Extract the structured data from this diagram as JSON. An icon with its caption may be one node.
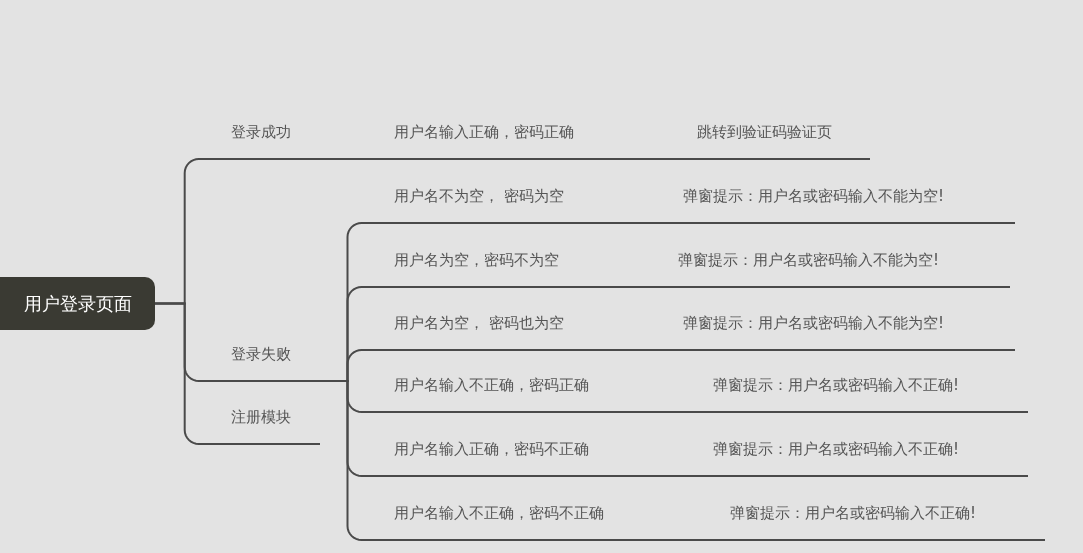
{
  "diagram": {
    "nodes": [
      {
        "text": [
          "用户登录页面"
        ]
      },
      {
        "text": [
          "登录成功"
        ]
      },
      {
        "text": [
          "用户名输入正确，密码正确"
        ]
      },
      {
        "text": [
          "跳转到验证码验证页"
        ]
      },
      {
        "text": [
          "登录失败"
        ]
      },
      {
        "text": [
          "用户名不为空， 密码为空"
        ]
      },
      {
        "text": [
          "弹窗提示：用户名或密码输入不能为空!"
        ]
      },
      {
        "text": [
          "用户名为空，密码不为空"
        ]
      },
      {
        "text": [
          "弹窗提示：用户名或密码输入不能为空!"
        ]
      },
      {
        "text": [
          "用户名为空， 密码也为空"
        ]
      },
      {
        "text": [
          "弹窗提示：用户名或密码输入不能为空!"
        ]
      },
      {
        "text": [
          "用户名输入不正确，密码正确"
        ]
      },
      {
        "text": [
          "弹窗提示：用户名或密码输入不正确!"
        ]
      },
      {
        "text": [
          "用户名输入正确，密码不正确"
        ]
      },
      {
        "text": [
          "弹窗提示：用户名或密码输入不正确!"
        ]
      },
      {
        "text": [
          "用户名输入不正确，密码不正确"
        ]
      },
      {
        "text": [
          "弹窗提示：用户名或密码输入不正确!"
        ]
      },
      {
        "text": [
          "注册模块"
        ]
      }
    ],
    "edges": [
      {
        "from": 0,
        "to": 1,
        "arrow": "none"
      },
      {
        "from": 0,
        "to": 4,
        "arrow": "none"
      },
      {
        "from": 0,
        "to": 17,
        "arrow": "none"
      },
      {
        "from": 1,
        "to": 2,
        "arrow": "none"
      },
      {
        "from": 2,
        "to": 3,
        "arrow": "none"
      },
      {
        "from": 4,
        "to": 5,
        "arrow": "none"
      },
      {
        "from": 4,
        "to": 7,
        "arrow": "none"
      },
      {
        "from": 4,
        "to": 9,
        "arrow": "none"
      },
      {
        "from": 4,
        "to": 11,
        "arrow": "none"
      },
      {
        "from": 4,
        "to": 13,
        "arrow": "none"
      },
      {
        "from": 4,
        "to": 15,
        "arrow": "none"
      },
      {
        "from": 5,
        "to": 6,
        "arrow": "none"
      },
      {
        "from": 7,
        "to": 8,
        "arrow": "none"
      },
      {
        "from": 9,
        "to": 10,
        "arrow": "none"
      },
      {
        "from": 11,
        "to": 12,
        "arrow": "none"
      },
      {
        "from": 13,
        "to": 14,
        "arrow": "none"
      },
      {
        "from": 15,
        "to": 16,
        "arrow": "none"
      }
    ]
  }
}
